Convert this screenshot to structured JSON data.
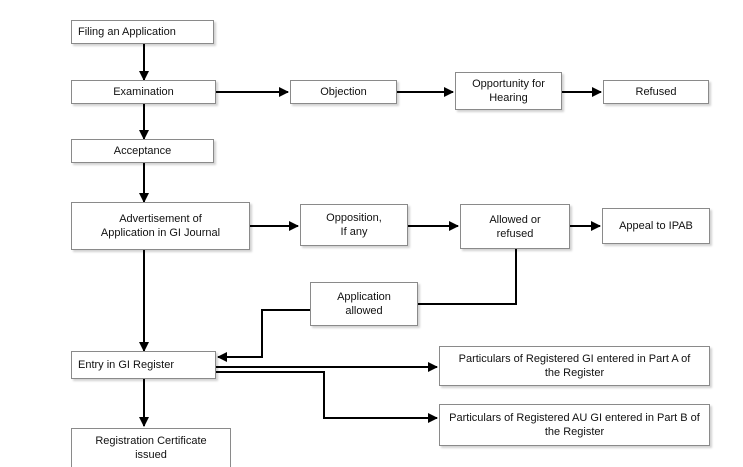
{
  "diagram": {
    "nodes": {
      "filing": "Filing an Application",
      "examination": "Examination",
      "objection": "Objection",
      "opportunity": "Opportunity for\nHearing",
      "refused": "Refused",
      "acceptance": "Acceptance",
      "advertisement": "Advertisement of\nApplication in GI Journal",
      "opposition": "Opposition,\nIf any",
      "allowed_refused": "Allowed or\nrefused",
      "appeal": "Appeal to IPAB",
      "app_allowed": "Application\nallowed",
      "entry": "Entry in GI Register",
      "part_a": "Particulars of Registered GI entered in Part A of\nthe Register",
      "part_b": "Particulars of Registered AU GI entered in Part B of\nthe Register",
      "certificate": "Registration Certificate\nissued"
    },
    "colors": {
      "border": "#8a8a8a",
      "arrow": "#000000"
    }
  }
}
